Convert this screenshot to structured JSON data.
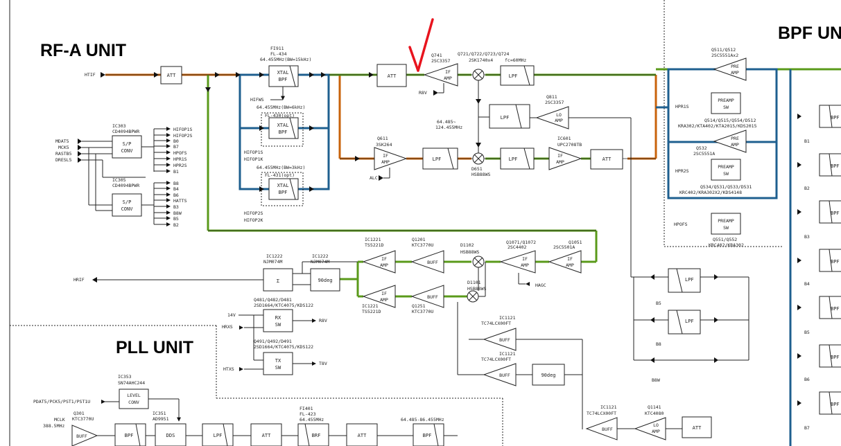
{
  "sections": {
    "rfa": "RF-A UNIT",
    "bpf": "BPF UNIT",
    "pll": "PLL UNIT"
  },
  "colors": {
    "line_main": "#222222",
    "path_rx": "#c8620a",
    "path_if": "#5a9a1a",
    "path_blue": "#1e5f8f",
    "annotation_arrow": "#e8141e"
  },
  "signals": {
    "htif": "HTIF",
    "hrif": "HRIF",
    "r8v": "R8V",
    "alc": "ALC",
    "hagc": "HAGC",
    "t8v": "T8V",
    "hifws": "HIFWS",
    "hifop1s": "HIFOP1S",
    "hifop1k": "HIFOP1K",
    "hifop2s": "HIFOP2S",
    "hifop2k": "HIFOP2K",
    "hpr1s": "HPR1S",
    "hpr2s": "HPR2S",
    "hpofs": "HPOFS",
    "v14": "14V",
    "hrxs": "HRXS",
    "htxs": "HTXS",
    "b5": "B5",
    "b8": "B8",
    "b8w": "B8W",
    "pll_in": "PDAT5/PCK5/PST1/PST1U",
    "mclk": "MCLK",
    "mclk_freq": "388.5MHz"
  },
  "sp_inputs": [
    "MDAT5",
    "MCK5",
    "RASTB5",
    "DRESL5"
  ],
  "sp1_outputs": [
    "HIFOP1S",
    "HIFOP2S",
    "B0",
    "B7",
    "HPOFS",
    "HPR1S",
    "HPR2S",
    "B1"
  ],
  "sp2_outputs": [
    "B8",
    "B4",
    "B6",
    "HATTS",
    "B3",
    "B8W",
    "B5",
    "B2"
  ],
  "bpf_side": [
    "B1",
    "B2",
    "B3",
    "B4",
    "B5",
    "B6",
    "B7"
  ],
  "blocks": {
    "att": "ATT",
    "xtal": "XTAL",
    "bpf": "BPF",
    "if": "IF",
    "amp": "AMP",
    "lpf": "LPF",
    "lo": "LO",
    "pre": "PRE",
    "preamp": "PREAMP",
    "sw": "SW",
    "sp": "S/P",
    "conv": "CONV",
    "buff": "BUFF",
    "sigma": "Σ",
    "deg90": "90deg",
    "rx": "RX",
    "tx": "TX",
    "level": "LEVEL",
    "dds": "DDS",
    "brf": "BRF"
  },
  "labels": {
    "fi911": "FI911",
    "fl434": "FL-434",
    "fl434_spec": "64.455MHz(BW=15kHz)",
    "fl430_spec": "64.455MHz(BW=6kHz)",
    "fl430": "FL-430(opt)",
    "fl431_spec": "64.455MHz(BW=3kHz)",
    "fl431": "FL-431(opt)",
    "q741": "Q741",
    "q741_part": "2SC3357",
    "q721": "Q721/Q722/Q723/Q724",
    "q721_part": "2SK1740x4",
    "fc": "fc=60MHz",
    "q811": "Q811",
    "q811_part": "2SC3357",
    "lo_range1": "64.485~",
    "lo_range2": "124.455MHz",
    "q611": "Q611",
    "q611_part": "3SK264",
    "d651": "D651",
    "d651_part": "HSB88WS",
    "ic601": "IC601",
    "ic601_part": "UPC2708TB",
    "q511": "Q511/Q512",
    "q511_part": "2SC5551Ax2",
    "q514": "Q514/Q515/Q554/D512",
    "q514_part": "KRA302/KTA402/KTA2015/KDS2015",
    "q532": "Q532",
    "q532_part": "2SC5551A",
    "q534": "Q534/Q531/Q533/D531",
    "q534_part": "KRC402/KRA302X2/KDS4148",
    "q551": "Q551/Q552",
    "q551_part": "KRC402/KRA302",
    "ic303": "IC303",
    "ic303_part": "CD4094BPWR",
    "ic305": "IC305",
    "ic305_part": "CD4094BPWR",
    "ic1221": "IC1221",
    "ic1221_part": "TS5221D",
    "q1201": "Q1201",
    "q1201_part": "KTC3770U",
    "d1102": "D1102",
    "d1102_part": "HSB88WS",
    "q1071": "Q1071/Q1072",
    "q1071_part": "2SC4402",
    "q1051": "Q1051",
    "q1051_part": "2SC5501A",
    "ic1222": "IC1222",
    "ic1222_part": "NJM074M",
    "d1101": "D1101",
    "d1101_part": "HSB88WS",
    "q1251": "Q1251",
    "q1251_part": "KTC3770U",
    "ic1121": "IC1121",
    "ic1121_part": "TC74LCX00FT",
    "q481": "Q481/Q482/D481",
    "q481_part": "2SD1664/KTC4075/KDS122",
    "q491": "Q491/Q492/D491",
    "q491_part": "2SD1664/KTC4075/KDS122",
    "ic353": "IC353",
    "ic353_part": "SN74AHC244",
    "q301": "Q301",
    "q301_part": "KTC3770U",
    "ic351": "IC351",
    "ic351_part": "AD9951",
    "fi401": "FI401",
    "fl423": "FL-423",
    "fl423_spec": "64.455MHz",
    "bpf_range": "64.485-86.455MHz",
    "q1141": "Q1141",
    "q1141_part": "KTC4080",
    "ic1121b_part": "TC74LCX00FT"
  }
}
